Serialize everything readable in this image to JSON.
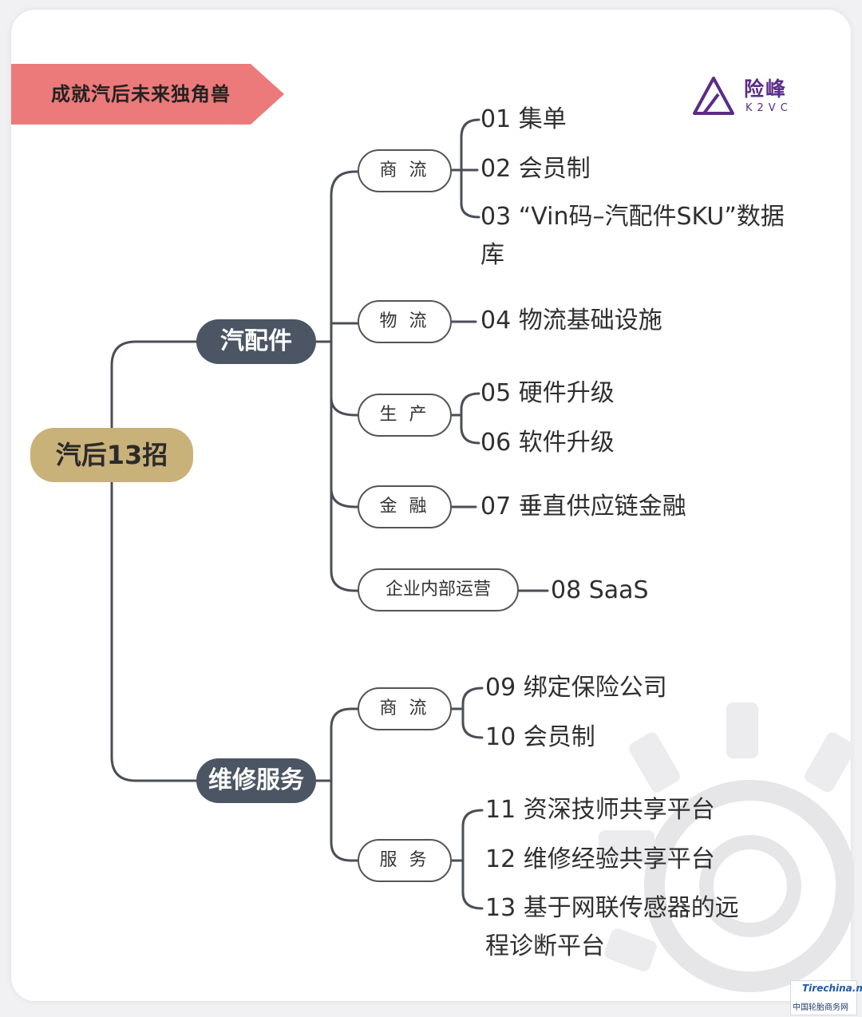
{
  "banner": {
    "title": "成就汽后未来独角兽"
  },
  "logo": {
    "cn": "险峰",
    "en": "K2VC",
    "color": "#5b2c86"
  },
  "root": {
    "label": "汽后13招"
  },
  "categories": {
    "parts": {
      "label": "汽配件"
    },
    "repair": {
      "label": "维修服务"
    }
  },
  "subs": {
    "parts_commerce": "商 流",
    "parts_logistics": "物 流",
    "parts_production": "生 产",
    "parts_finance": "金 融",
    "parts_operations": "企业内部运营",
    "repair_commerce": "商 流",
    "repair_service": "服 务"
  },
  "leaves": {
    "l01": "01 集单",
    "l02": "02 会员制",
    "l03": "03 “Vin码–汽配件SKU”数据库",
    "l04": "04 物流基础设施",
    "l05": "05 硬件升级",
    "l06": "06 软件升级",
    "l07": "07 垂直供应链金融",
    "l08": "08 SaaS",
    "l09": "09 绑定保险公司",
    "l10": "10 会员制",
    "l11": "11 资深技师共享平台",
    "l12": "12 维修经验共享平台",
    "l13": "13 基于网联传感器的远程诊断平台"
  },
  "watermark": {
    "site": "Tirechina.net",
    "name": "中国轮胎商务网"
  },
  "colors": {
    "banner": "#ec7a7a",
    "root": "#c9b17a",
    "category": "#4b5563",
    "line": "#4a4f57"
  }
}
